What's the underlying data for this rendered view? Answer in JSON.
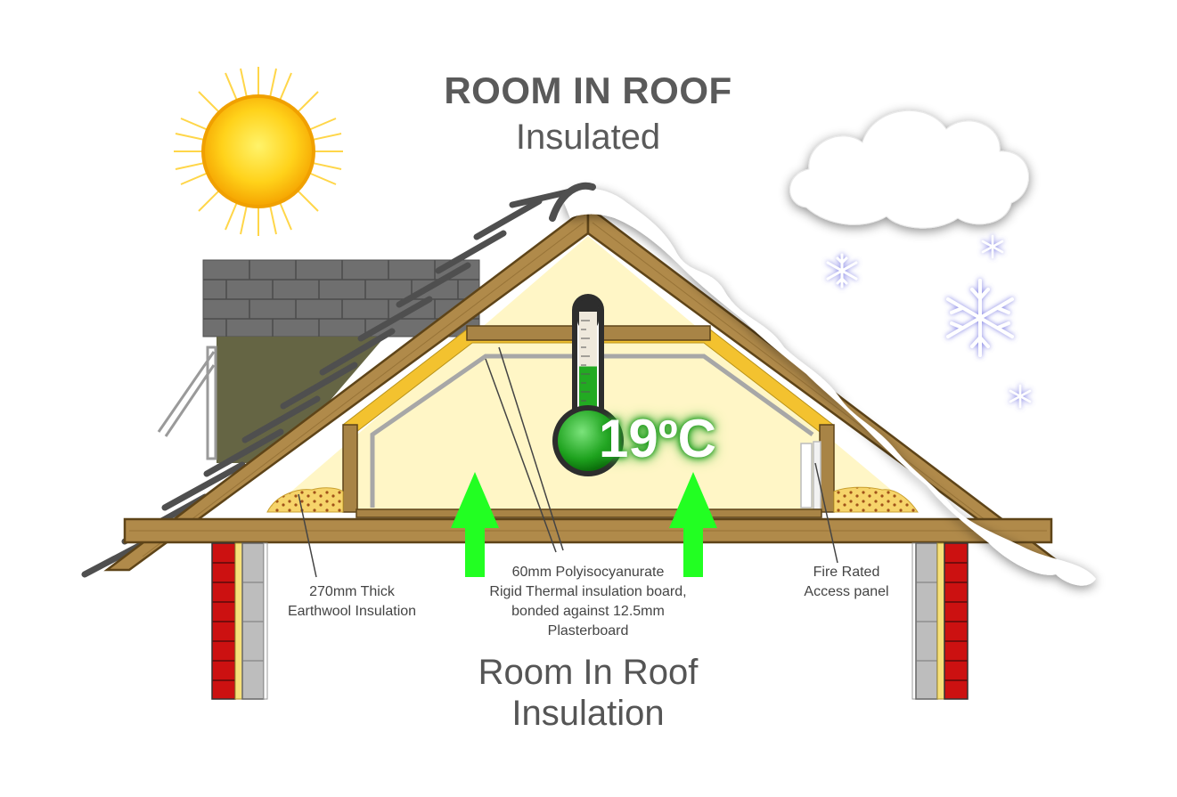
{
  "title": {
    "main": "ROOM IN ROOF",
    "sub": "Insulated"
  },
  "footer": {
    "line1": "Room In Roof",
    "line2": "Insulation"
  },
  "temperature": {
    "value": "19ºC",
    "level_fraction": 0.45
  },
  "labels": {
    "earthwool": [
      "270mm Thick",
      "Earthwool Insulation"
    ],
    "board": [
      "60mm Polyisocyanurate",
      "Rigid Thermal insulation board,",
      "bonded against 12.5mm",
      "Plasterboard"
    ],
    "access": [
      "Fire Rated",
      "Access panel"
    ]
  },
  "icons": [
    "sun-icon",
    "cloud-icon",
    "snowflake-icon",
    "thermometer-icon",
    "up-arrow-icon"
  ],
  "colors": {
    "timber": "#b08a4a",
    "timber_edge": "#5e4418",
    "insulation": "#f2c230",
    "room_fill": "#fff7c8",
    "heat_arrow": "#22ff22",
    "thermo_green": "#22aa22",
    "brick": "#cc1111",
    "snow": "#ffffff",
    "tile": "#676767"
  }
}
